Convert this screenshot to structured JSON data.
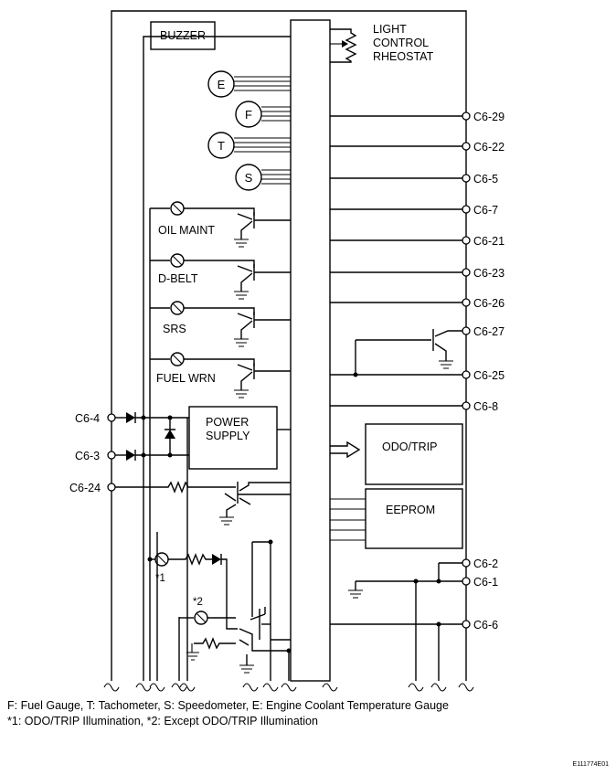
{
  "boxes": {
    "buzzer": "BUZZER",
    "power_supply_1": "POWER",
    "power_supply_2": "SUPPLY",
    "odo_trip": "ODO/TRIP",
    "eeprom": "EEPROM"
  },
  "rheostat": [
    "LIGHT",
    "CONTROL",
    "RHEOSTAT"
  ],
  "gauges": [
    "E",
    "F",
    "T",
    "S"
  ],
  "indicators": [
    "OIL MAINT",
    "D-BELT",
    "SRS",
    "FUEL WRN"
  ],
  "connectors_right": [
    "C6-29",
    "C6-22",
    "C6-5",
    "C6-7",
    "C6-21",
    "C6-23",
    "C6-26",
    "C6-27",
    "C6-25",
    "C6-8",
    "C6-2",
    "C6-1",
    "C6-6"
  ],
  "connectors_left": [
    "C6-4",
    "C6-3",
    "C6-24"
  ],
  "notes": {
    "n1": "*1",
    "n2": "*2"
  },
  "legend": {
    "line1": "F: Fuel Gauge, T: Tachometer, S: Speedometer, E: Engine Coolant Temperature Gauge",
    "line2": "*1: ODO/TRIP Illumination, *2: Except ODO/TRIP Illumination"
  },
  "figure_code": "E111774E01"
}
